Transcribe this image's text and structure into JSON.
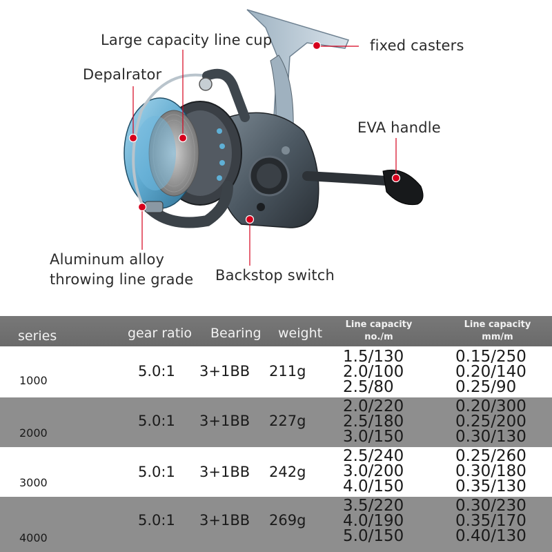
{
  "callouts": {
    "line_cup": "Large capacity line cup",
    "depalrator": "Depalrator",
    "fixed_casters": "fixed casters",
    "eva_handle": "EVA handle",
    "aluminum_alloy": "Aluminum alloy\nthrowing line grade",
    "backstop": "Backstop switch"
  },
  "colors": {
    "marker": "#d6001c",
    "spool_blue": "#6fb6d8",
    "body_gray": "#4a4f55",
    "header_bg": "#707070",
    "shade_row": "#8e8e8e"
  },
  "table": {
    "headers": {
      "series": "series",
      "gear": "gear ratio",
      "bearing": "Bearing",
      "weight": "weight",
      "cap_no_line1": "Line capacity",
      "cap_no_line2": "no./m",
      "cap_mm_line1": "Line capacity",
      "cap_mm_line2": "mm/m"
    },
    "rows": [
      {
        "series": "1000",
        "gear": "5.0:1",
        "bearing": "3+1BB",
        "weight": "211g",
        "cap_no": [
          "1.5/130",
          "2.0/100",
          "2.5/80"
        ],
        "cap_mm": [
          "0.15/250",
          "0.20/140",
          "0.25/90"
        ]
      },
      {
        "series": "2000",
        "gear": "5.0:1",
        "bearing": "3+1BB",
        "weight": "227g",
        "cap_no": [
          "2.0/220",
          "2.5/180",
          "3.0/150"
        ],
        "cap_mm": [
          "0.20/300",
          "0.25/200",
          "0.30/130"
        ]
      },
      {
        "series": "3000",
        "gear": "5.0:1",
        "bearing": "3+1BB",
        "weight": "242g",
        "cap_no": [
          "2.5/240",
          "3.0/200",
          "4.0/150"
        ],
        "cap_mm": [
          "0.25/260",
          "0.30/180",
          "0.35/130"
        ]
      },
      {
        "series": "4000",
        "gear": "5.0:1",
        "bearing": "3+1BB",
        "weight": "269g",
        "cap_no": [
          "3.5/220",
          "4.0/190",
          "5.0/150"
        ],
        "cap_mm": [
          "0.30/230",
          "0.35/170",
          "0.40/130"
        ]
      }
    ]
  }
}
